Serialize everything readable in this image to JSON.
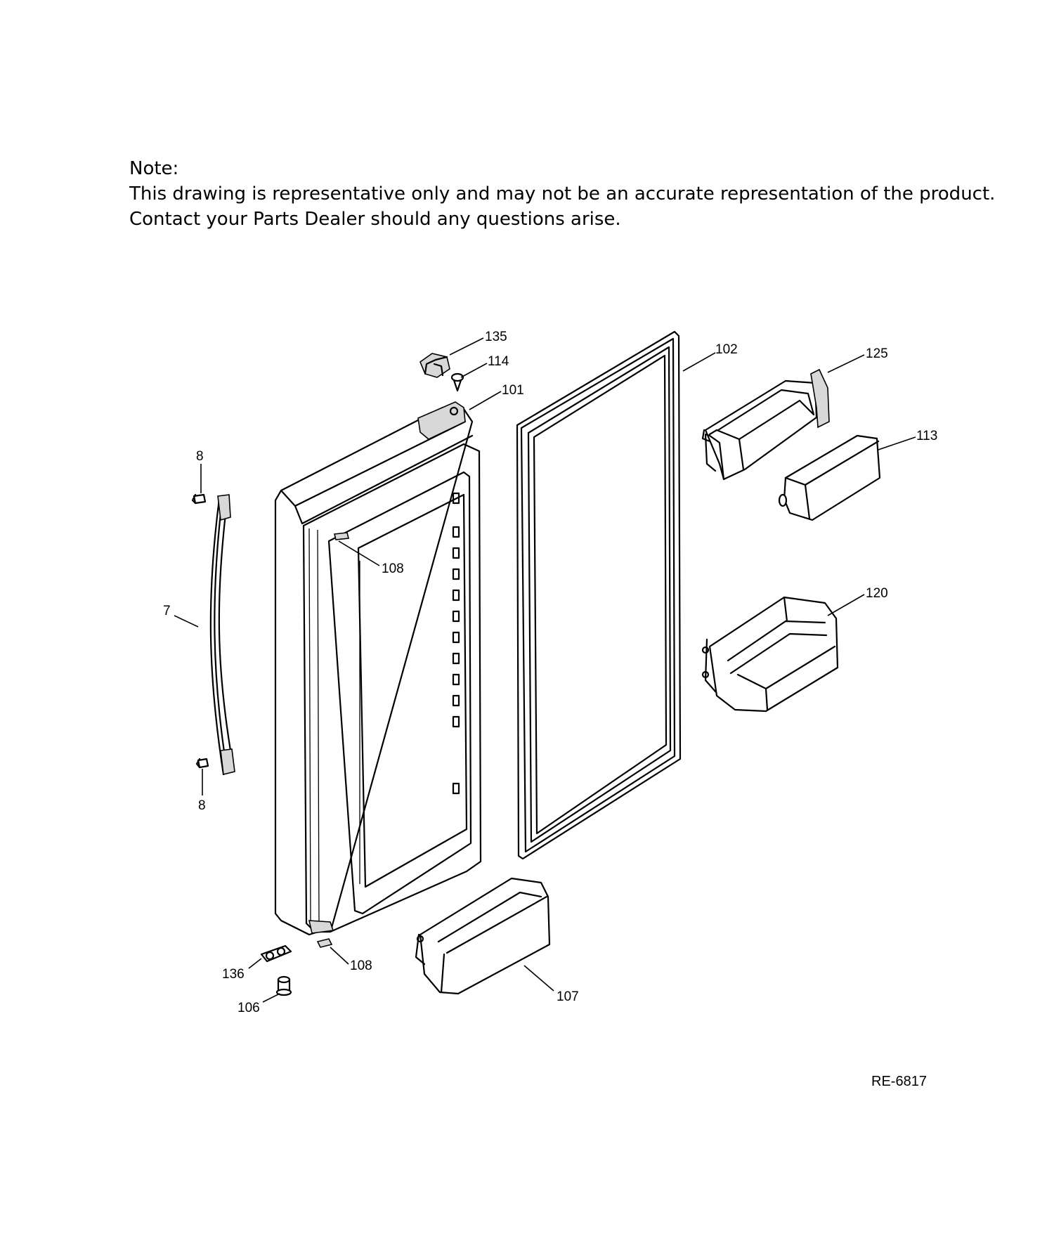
{
  "note": {
    "heading": "Note:",
    "line1": "This drawing is representative only and may not be an accurate representation of the product.",
    "line2": "Contact your Parts Dealer should any questions arise."
  },
  "drawing_code": "RE-6817",
  "callouts": {
    "c135": "135",
    "c114": "114",
    "c101": "101",
    "c102": "102",
    "c125": "125",
    "c113": "113",
    "c108a": "108",
    "c120": "120",
    "c7": "7",
    "c8a": "8",
    "c8b": "8",
    "c108b": "108",
    "c136": "136",
    "c106": "106",
    "c107": "107"
  }
}
